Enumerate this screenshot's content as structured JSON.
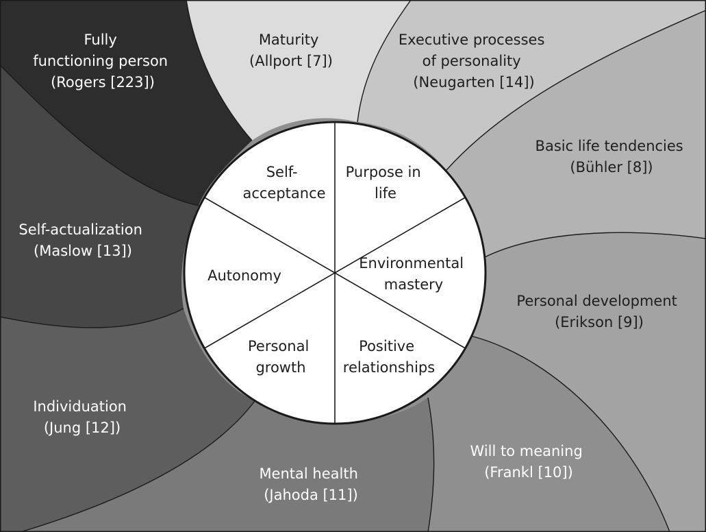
{
  "colors": {
    "rogers": "#2d2d2d",
    "allport": "#dcdcdc",
    "neugarten": "#c6c6c6",
    "buhler": "#b3b3b3",
    "erikson": "#a3a3a3",
    "frankl": "#8f8f8f",
    "jahoda": "#7a7a7a",
    "jung": "#5e5e5e",
    "maslow": "#474747",
    "center": "#ffffff",
    "stroke": "#1a1a1a"
  },
  "outer_regions": {
    "rogers": {
      "line1": "Fully",
      "line2": "functioning person",
      "line3": "(Rogers [223])"
    },
    "allport": {
      "line1": "Maturity",
      "line2": "(Allport [7])"
    },
    "neugarten": {
      "line1": "Executive processes",
      "line2": "of personality",
      "line3": "(Neugarten [14])"
    },
    "buhler": {
      "line1": "Basic life tendencies",
      "line2": "(Bühler [8])"
    },
    "erikson": {
      "line1": "Personal development",
      "line2": "(Erikson [9])"
    },
    "frankl": {
      "line1": "Will to meaning",
      "line2": "(Frankl [10])"
    },
    "jahoda": {
      "line1": "Mental health",
      "line2": "(Jahoda [11])"
    },
    "jung": {
      "line1": "Individuation",
      "line2": "(Jung [12])"
    },
    "maslow": {
      "line1": "Self-actualization",
      "line2": "(Maslow [13])"
    }
  },
  "center_segments": {
    "self_acceptance": {
      "line1": "Self-",
      "line2": "acceptance"
    },
    "purpose": {
      "line1": "Purpose in",
      "line2": "life"
    },
    "environmental": {
      "line1": "Environmental",
      "line2": "mastery"
    },
    "positive": {
      "line1": "Positive",
      "line2": "relationships"
    },
    "growth": {
      "line1": "Personal",
      "line2": "growth"
    },
    "autonomy": {
      "line1": "Autonomy"
    }
  }
}
